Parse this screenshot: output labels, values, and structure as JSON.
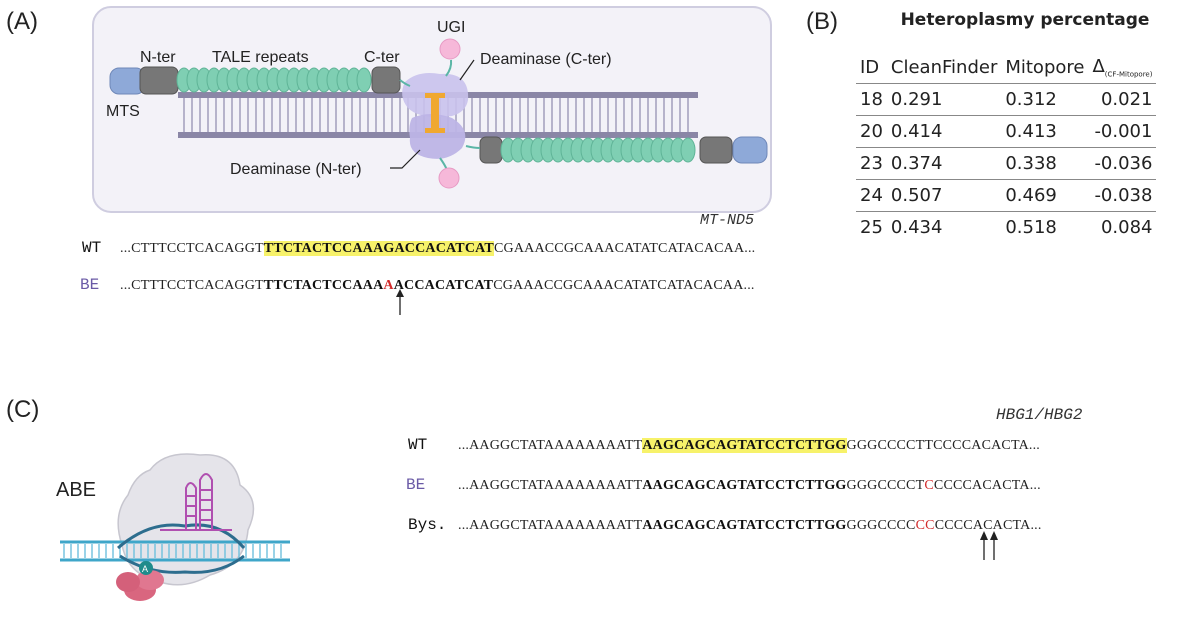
{
  "panel_a": {
    "label": "(A)",
    "labels": {
      "mts": "MTS",
      "nter": "N-ter",
      "tale": "TALE repeats",
      "cter": "C-ter",
      "ugi": "UGI",
      "deam_c": "Deaminase (C-ter)",
      "deam_n": "Deaminase (N-ter)"
    },
    "gene": "MT-ND5",
    "wt": {
      "label": "WT",
      "prefix": "...CTTTCCTCACAGGT",
      "highlight": "TTCTACTCCAAAGACCACATCAT",
      "suffix": "CGAAACCGCAAACATATCATACACAA..."
    },
    "be": {
      "label": "BE",
      "prefix": "...CTTTCCTCACAGGT",
      "bold_before": "TTCTACTCCAAA",
      "mutated": "A",
      "bold_after": "ACCACATCAT",
      "suffix": "CGAAACCGCAAACATATCATACACAA..."
    }
  },
  "panel_b": {
    "label": "(B)",
    "title": "Heteroplasmy percentage",
    "headers": [
      "ID",
      "CleanFinder",
      "Mitopore",
      "Δ"
    ],
    "delta_sub": "(CF-Mitopore)",
    "rows": [
      [
        "18",
        "0.291",
        "0.312",
        "0.021"
      ],
      [
        "20",
        "0.414",
        "0.413",
        "-0.001"
      ],
      [
        "23",
        "0.374",
        "0.338",
        "-0.036"
      ],
      [
        "24",
        "0.507",
        "0.469",
        "-0.038"
      ],
      [
        "25",
        "0.434",
        "0.518",
        "0.084"
      ]
    ]
  },
  "panel_c": {
    "label": "(C)",
    "abe": "ABE",
    "abe_base": "A",
    "gene": "HBG1/HBG2",
    "wt": {
      "label": "WT",
      "prefix": "...AAGGCTATAAAAAAAATT",
      "highlight": "AAGCAGCAGTATCCTCTTGG",
      "suffix": "GGGCCCCTTCCCCACACTA..."
    },
    "be": {
      "label": "BE",
      "prefix": "...AAGGCTATAAAAAAAATT",
      "bold": "AAGCAGCAGTATCCTCTTGG",
      "mid": "GGGCCCCT",
      "mutated": "C",
      "suffix": "CCCCACACTA..."
    },
    "bys": {
      "label": "Bys.",
      "prefix": "...AAGGCTATAAAAAAAATT",
      "bold": "AAGCAGCAGTATCCTCTTGG",
      "mid": "GGGCCCC",
      "mutated": "CC",
      "suffix": "CCCCACACTA..."
    }
  },
  "colors": {
    "tale": "#7fcfb3",
    "mts": "#8ea9d8",
    "ter": "#7a7a7a",
    "deaminase": "#c9c2ec",
    "ugi": "#f6b8d9",
    "dna": "#8a86a6",
    "highlight": "#f7f26a",
    "mutation": "#d22a2a",
    "be_label": "#6a5aa6"
  }
}
